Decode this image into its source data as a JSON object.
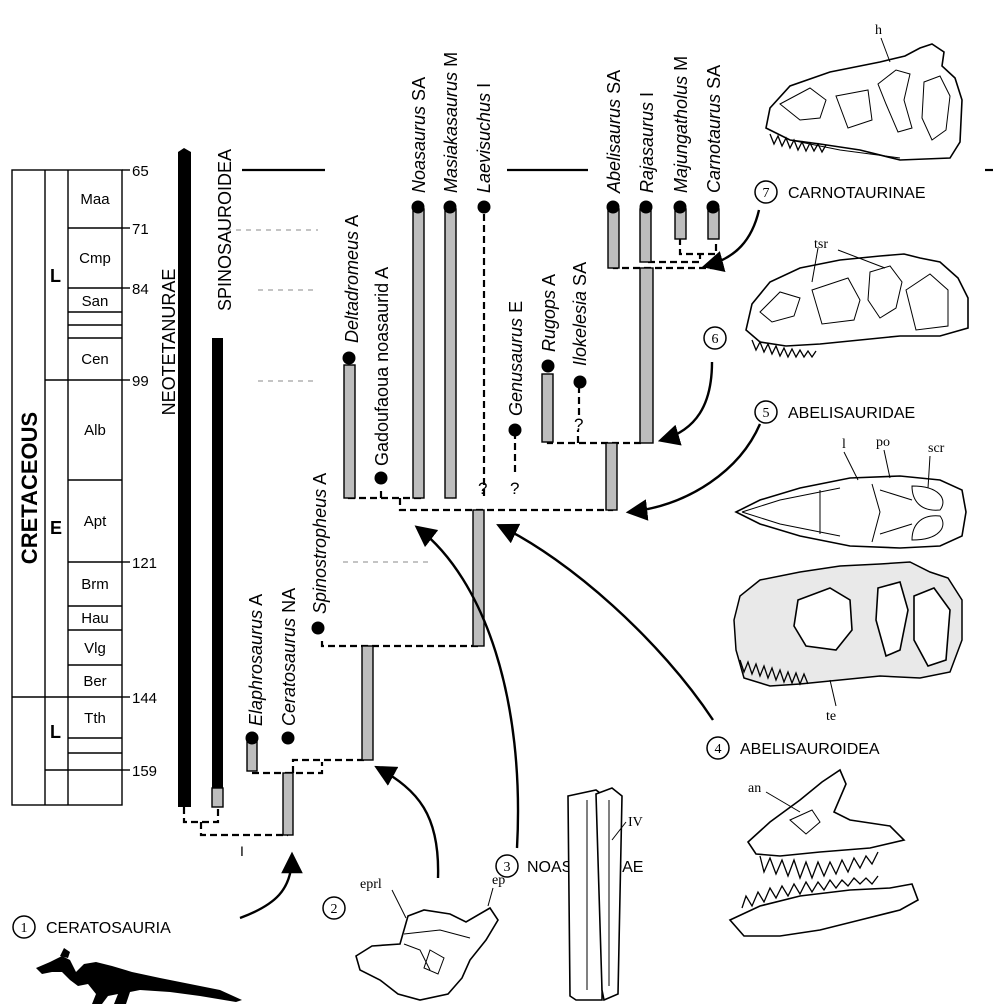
{
  "timescale": {
    "period": "CRETACEOUS",
    "epochs": [
      "L",
      "E",
      "L"
    ],
    "stages": [
      "Maa",
      "Cmp",
      "San",
      "Cen",
      "Alb",
      "Apt",
      "Brm",
      "Hau",
      "Vlg",
      "Ber",
      "Tth"
    ],
    "ages": [
      "65",
      "71",
      "84",
      "99",
      "121",
      "144",
      "159"
    ]
  },
  "clades": {
    "neotetanurae": "NEOTETANURAE",
    "spinosauroidea": "SPINOSAUROIDEA"
  },
  "taxa": [
    {
      "name": "Elaphrosaurus",
      "region": "A"
    },
    {
      "name": "Ceratosaurus",
      "region": "NA"
    },
    {
      "name": "Spinostropheus",
      "region": "A"
    },
    {
      "name": "Deltadromeus",
      "region": "A"
    },
    {
      "name": "Gadoufaoua noasaurid",
      "region": "A"
    },
    {
      "name": "Noasaurus",
      "region": "SA"
    },
    {
      "name": "Masiakasaurus",
      "region": "M"
    },
    {
      "name": "Laevisuchus",
      "region": "I"
    },
    {
      "name": "Genusaurus",
      "region": "E"
    },
    {
      "name": "Rugops",
      "region": "A"
    },
    {
      "name": "Ilokelesia",
      "region": "SA"
    },
    {
      "name": "Abelisaurus",
      "region": "SA"
    },
    {
      "name": "Rajasaurus",
      "region": "I"
    },
    {
      "name": "Majungatholus",
      "region": "M"
    },
    {
      "name": "Carnotaurus",
      "region": "SA"
    }
  ],
  "uncertain_mark": "?",
  "nodes": [
    {
      "number": "1",
      "label": "CERATOSAURIA"
    },
    {
      "number": "2",
      "label": ""
    },
    {
      "number": "3",
      "label": "NOASAURIDAE"
    },
    {
      "number": "4",
      "label": "ABELISAUROIDEA"
    },
    {
      "number": "5",
      "label": "ABELISAURIDAE"
    },
    {
      "number": "6",
      "label": ""
    },
    {
      "number": "7",
      "label": "CARNOTAURINAE"
    }
  ],
  "anatomy_labels": {
    "horn": "h",
    "tsr": "tsr",
    "lacrimal": "l",
    "postorbital": "po",
    "scr": "scr",
    "te": "te",
    "an": "an",
    "eprl": "eprl",
    "ep": "ep",
    "metatarsal": "IV"
  }
}
